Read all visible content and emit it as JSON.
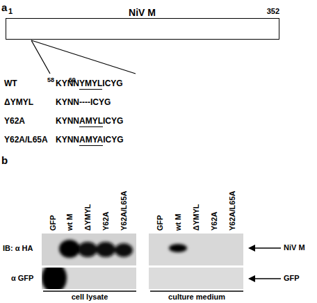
{
  "diagram": {
    "nodes": [
      {
        "text": [
          "NiV M"
        ]
      }
    ],
    "labels": [
      "a",
      "1",
      "352",
      "58",
      "69",
      "WT",
      "KYNNYMYLICYG",
      "ΔYMYL",
      "KYNN----ICYG",
      "Y62A",
      "KYNNAMYLICYG",
      "Y62A/L65A",
      "KYNNAMYAICYG",
      "b",
      "GFP",
      "wt M",
      "ΔYMYL",
      "Y62A",
      "Y62A/L65A",
      "GFP",
      "wt M",
      "ΔYMYL",
      "Y62A",
      "Y62A/L65A",
      "IB: α HA",
      "α GFP",
      "NiV M",
      "GFP",
      "cell lysate",
      "culture medium"
    ]
  }
}
